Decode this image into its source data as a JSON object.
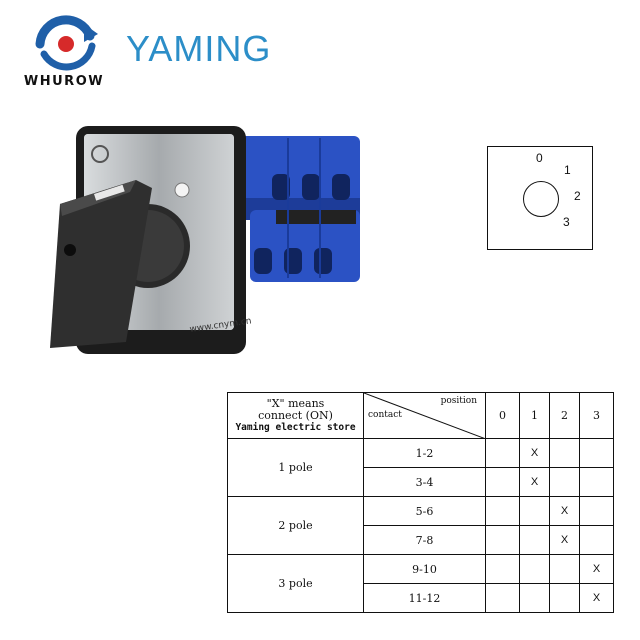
{
  "logo": {
    "text": "WHUROW"
  },
  "brand": {
    "name": "YAMING"
  },
  "product": {
    "website": "www.cnym.cn"
  },
  "diagram": {
    "positions": [
      "0",
      "1",
      "2",
      "3"
    ]
  },
  "table": {
    "header": {
      "note_line1": "\"X\" means",
      "note_line2": "connect (ON)",
      "store": "Yaming electric store",
      "position_label": "position",
      "contact_label": "contact",
      "positions": [
        "0",
        "1",
        "2",
        "3"
      ]
    },
    "groups": [
      {
        "pole": "1 pole",
        "rows": [
          {
            "contact": "1-2",
            "marks": [
              "",
              "X",
              "",
              ""
            ]
          },
          {
            "contact": "3-4",
            "marks": [
              "",
              "X",
              "",
              ""
            ]
          }
        ]
      },
      {
        "pole": "2 pole",
        "rows": [
          {
            "contact": "5-6",
            "marks": [
              "",
              "",
              "X",
              ""
            ]
          },
          {
            "contact": "7-8",
            "marks": [
              "",
              "",
              "X",
              ""
            ]
          }
        ]
      },
      {
        "pole": "3 pole",
        "rows": [
          {
            "contact": "9-10",
            "marks": [
              "",
              "",
              "",
              "X"
            ]
          },
          {
            "contact": "11-12",
            "marks": [
              "",
              "",
              "",
              "X"
            ]
          }
        ]
      }
    ]
  },
  "colors": {
    "brand": "#2c8ec8",
    "logo_blue": "#1f5fa8",
    "logo_red": "#d62a2a",
    "switch_blue": "#2b52c4"
  }
}
